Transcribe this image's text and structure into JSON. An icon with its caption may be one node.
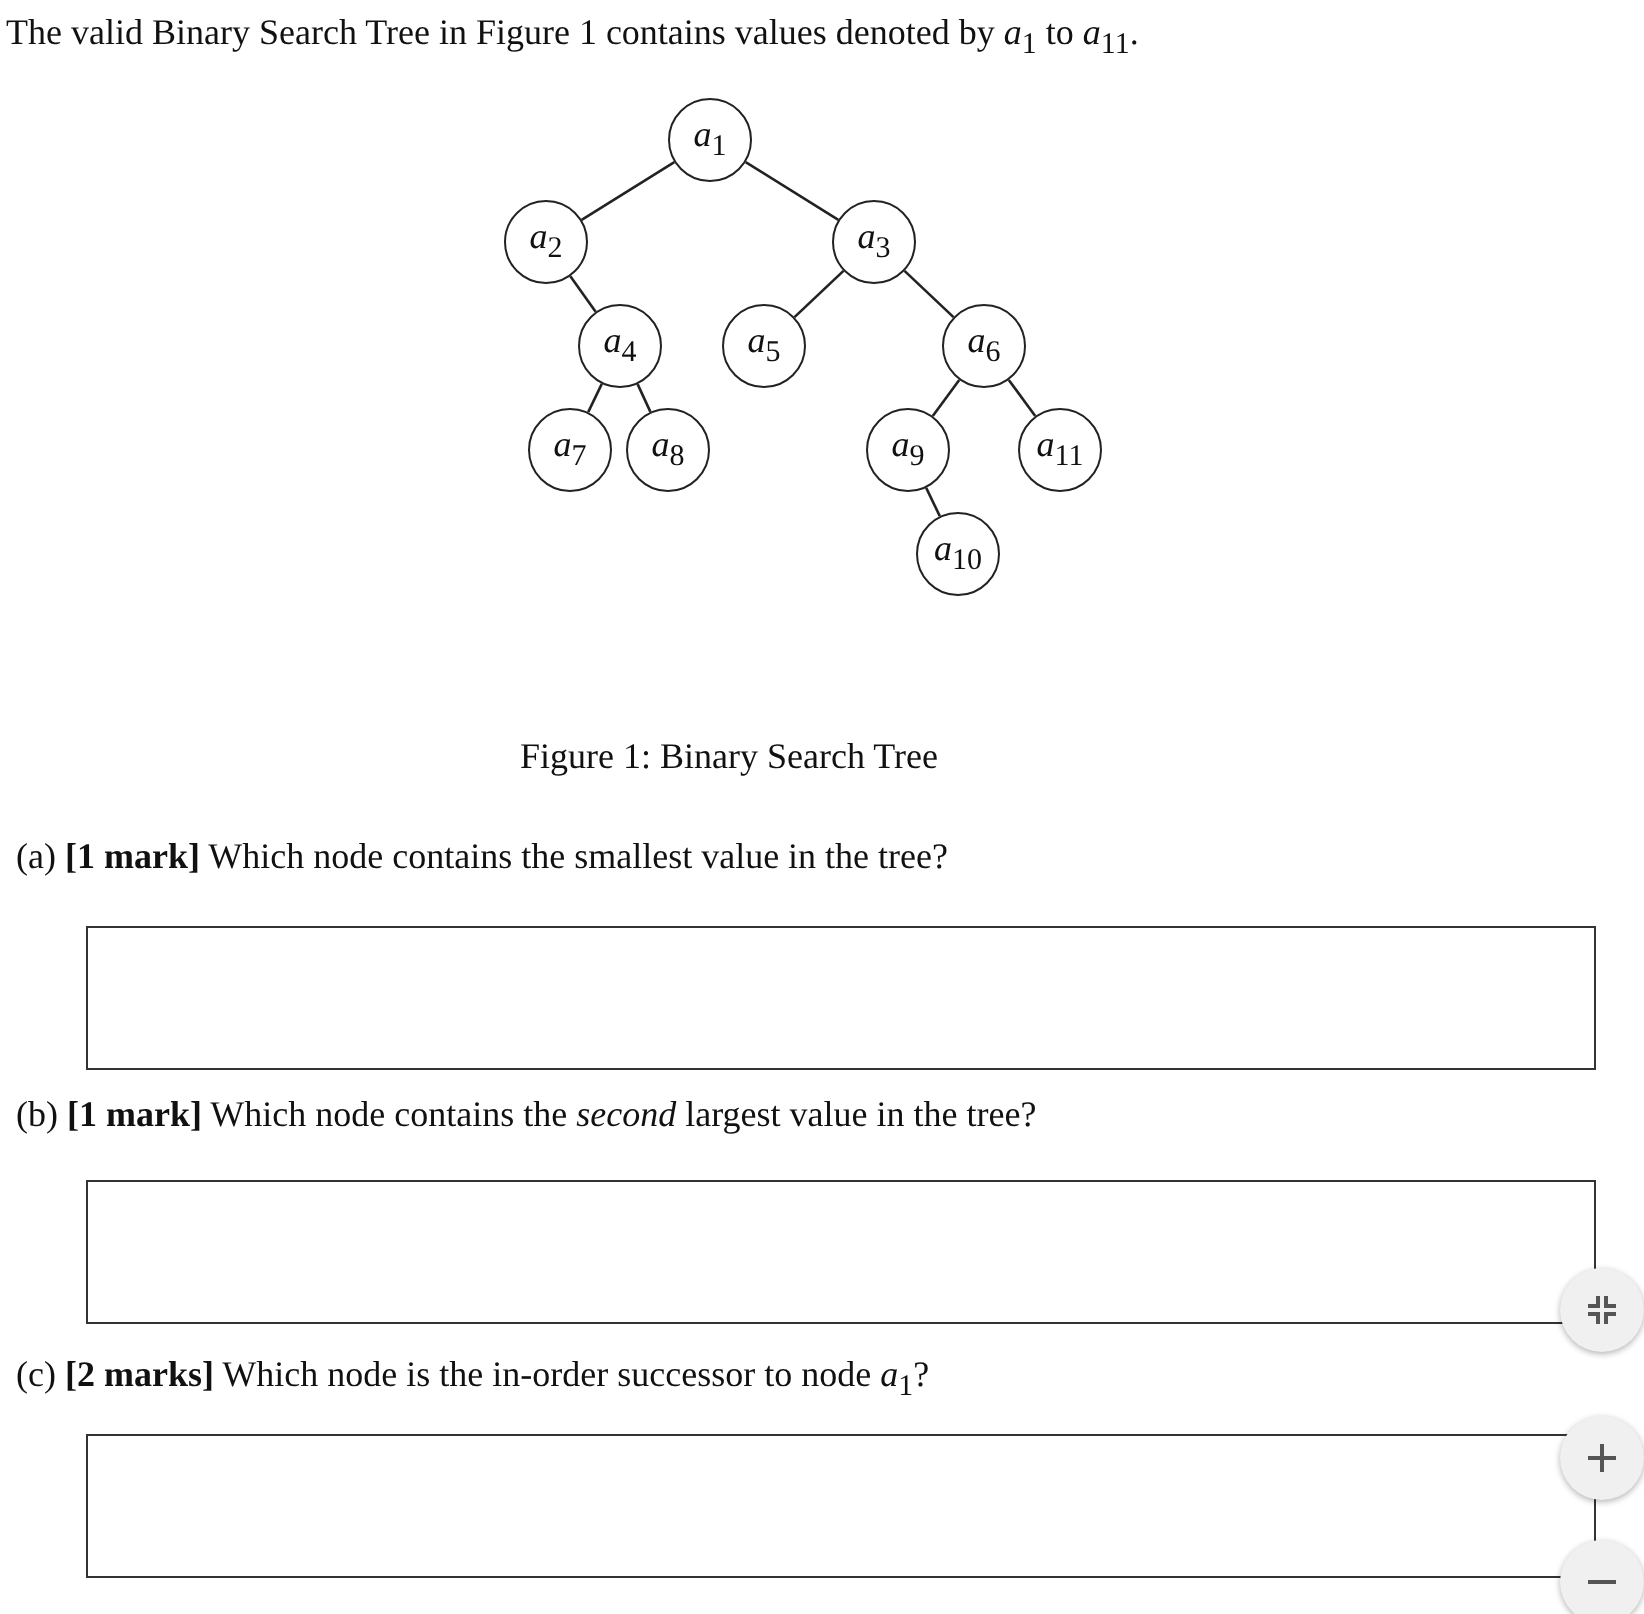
{
  "diagram": {
    "title": "The valid Binary Search Tree in Figure 1 contains values denoted by *a*$_{1}$ to *a*$_{11}$.",
    "caption": "Figure 1: Binary Search Tree",
    "nodes": [
      {
        "text": [
          "*a*$_{1}$"
        ]
      },
      {
        "text": [
          "*a*$_{2}$"
        ]
      },
      {
        "text": [
          "*a*$_{3}$"
        ]
      },
      {
        "text": [
          "*a*$_{4}$"
        ]
      },
      {
        "text": [
          "*a*$_{5}$"
        ]
      },
      {
        "text": [
          "*a*$_{6}$"
        ]
      },
      {
        "text": [
          "*a*$_{7}$"
        ]
      },
      {
        "text": [
          "*a*$_{8}$"
        ]
      },
      {
        "text": [
          "*a*$_{9}$"
        ]
      },
      {
        "text": [
          "*a*$_{10}$"
        ]
      },
      {
        "text": [
          "*a*$_{11}$"
        ]
      }
    ],
    "edges": [
      {
        "from": 0,
        "to": 1,
        "arrow": "none"
      },
      {
        "from": 0,
        "to": 2,
        "arrow": "none"
      },
      {
        "from": 1,
        "to": 3,
        "arrow": "none"
      },
      {
        "from": 2,
        "to": 4,
        "arrow": "none"
      },
      {
        "from": 2,
        "to": 5,
        "arrow": "none"
      },
      {
        "from": 3,
        "to": 6,
        "arrow": "none"
      },
      {
        "from": 3,
        "to": 7,
        "arrow": "none"
      },
      {
        "from": 5,
        "to": 8,
        "arrow": "none"
      },
      {
        "from": 5,
        "to": 10,
        "arrow": "none"
      },
      {
        "from": 8,
        "to": 9,
        "arrow": "none"
      }
    ],
    "labels": [
      "(a) **[1 mark]** Which node contains the smallest value in the tree?",
      "(b) **[1 mark]** Which node contains the *second* largest value in the tree?",
      "(c) **[2 marks]** Which node is the in-order successor to node *a*$_{1}$?"
    ]
  }
}
